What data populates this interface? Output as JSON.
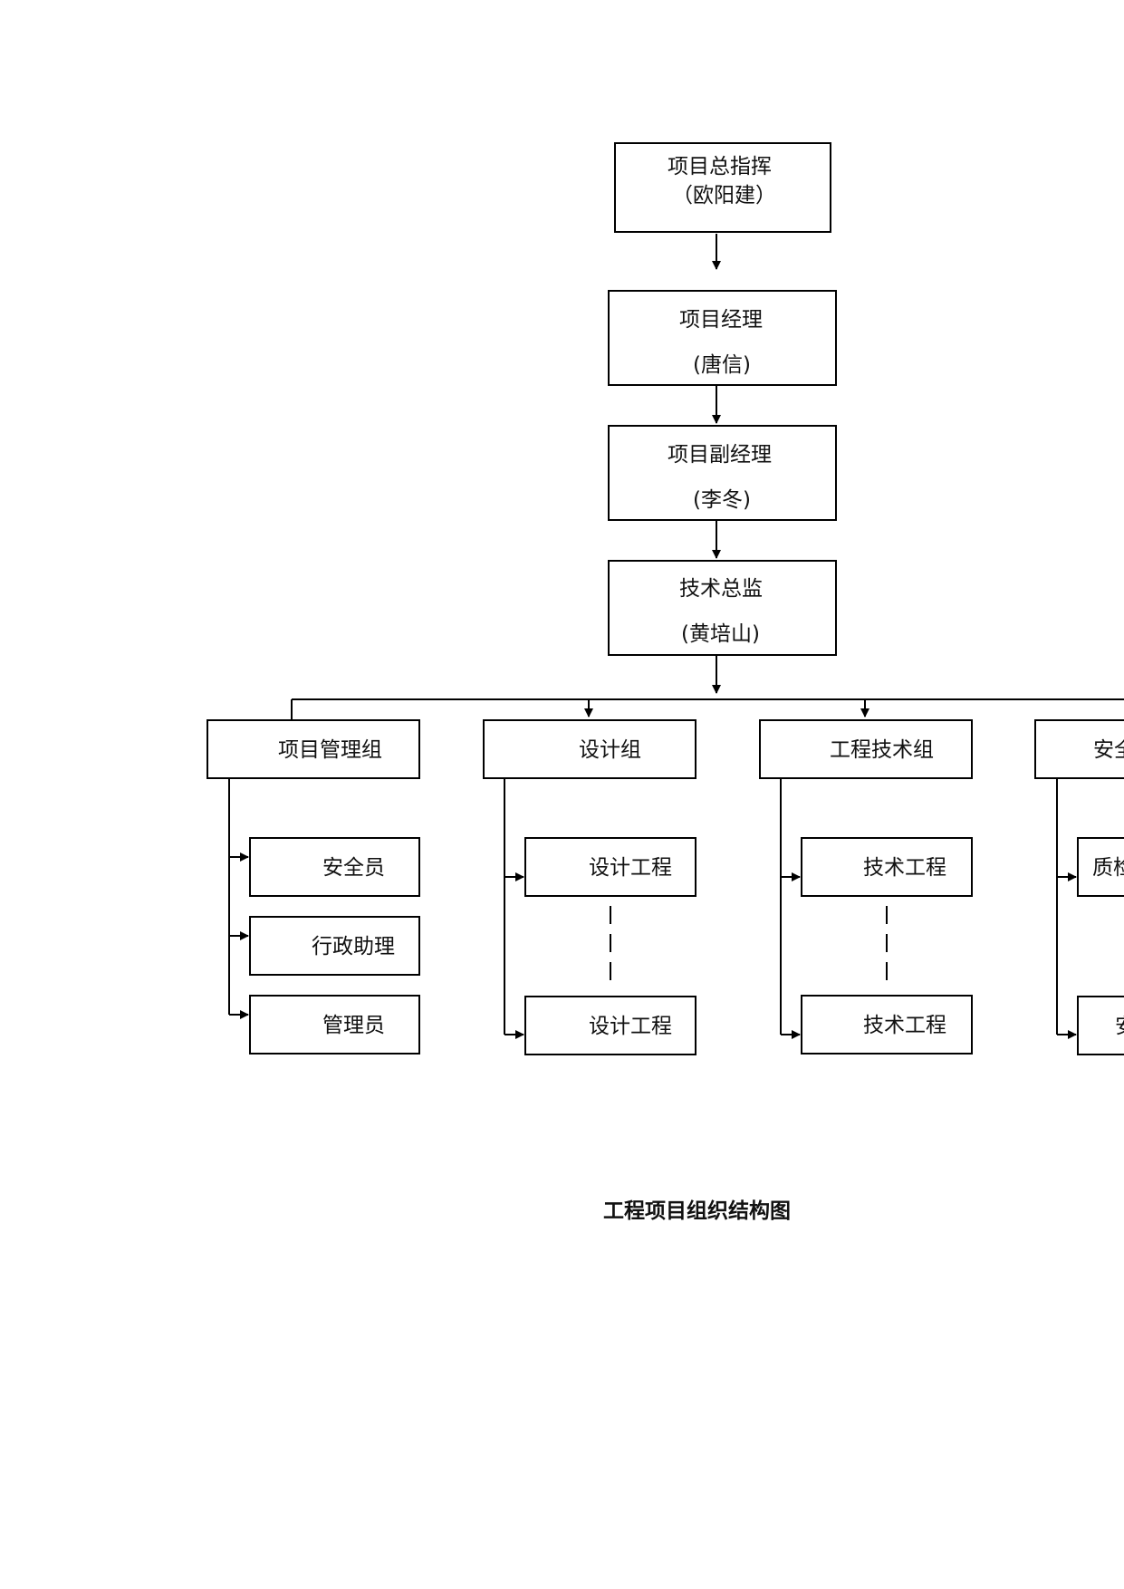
{
  "top": {
    "commander": {
      "title": "项目总指挥",
      "name": "（欧阳建）"
    },
    "pm": {
      "title": "项目经理",
      "name": "(唐信)"
    },
    "deputy": {
      "title": "项目副经理",
      "name": "(李冬)"
    },
    "tech_director": {
      "title": "技术总监",
      "name": "(黄培山)"
    }
  },
  "groups": [
    {
      "label": "项目管理组",
      "members": [
        "安全员",
        "行政助理",
        "管理员"
      ]
    },
    {
      "label": "设计组",
      "members": [
        "设计工程",
        "设计工程"
      ]
    },
    {
      "label": "工程技术组",
      "members": [
        "技术工程",
        "技术工程"
      ]
    },
    {
      "label": "安全",
      "members": [
        "质检",
        "安"
      ]
    }
  ],
  "caption": "工程项目组织结构图"
}
